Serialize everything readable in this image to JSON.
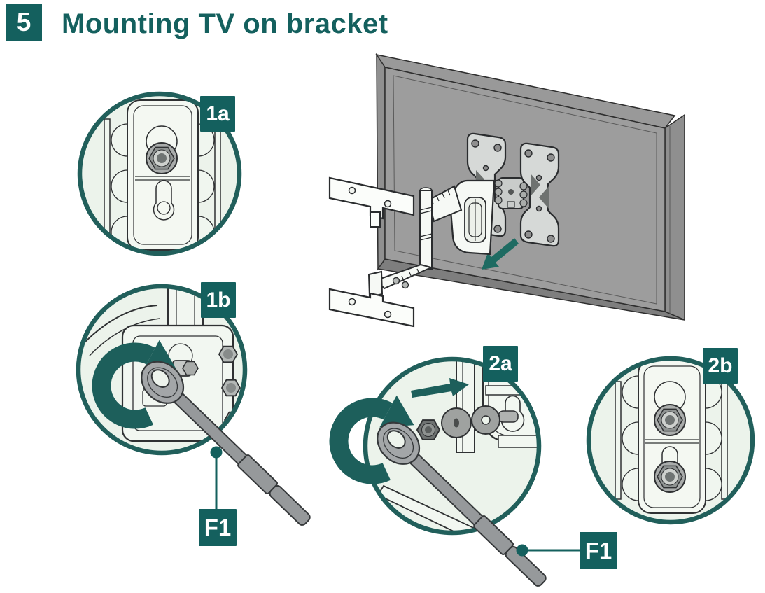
{
  "page": {
    "step_number": "5",
    "title": "Mounting TV on bracket"
  },
  "colors": {
    "accent_teal": "#14605E",
    "arrow_teal": "#1E6B62",
    "callout_border": "#215F5B",
    "callout_fill": "#ECF3EB",
    "tv_gray": "#9D9D9D",
    "metal_light": "#D6D9D7",
    "tool_gray": "#96999B",
    "label_text": "#FFFFFF"
  },
  "callouts": [
    {
      "label": "1a",
      "icon": "bracket-plate-top-bolt-detail"
    },
    {
      "label": "1b",
      "icon": "wrench-rotate-clockwise-detail"
    },
    {
      "label": "2a",
      "icon": "wrench-washers-keyhole-detail"
    },
    {
      "label": "2b",
      "icon": "bracket-plate-bolts-seated-detail"
    }
  ],
  "part_labels": [
    {
      "label": "F1",
      "icon": "wrench-tool"
    },
    {
      "label": "F1",
      "icon": "wrench-tool"
    }
  ],
  "icons": {
    "rotation_arrow": "rotate-clockwise-arrow",
    "tv_slide_arrow": "arrow-down-left",
    "push_arrow": "arrow-right"
  }
}
